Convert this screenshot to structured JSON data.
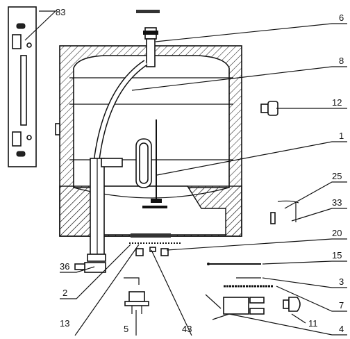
{
  "diagram": {
    "labels": {
      "l83": "83",
      "l6": "6",
      "l8": "8",
      "l12": "12",
      "l1": "1",
      "l25": "25",
      "l33": "33",
      "l20": "20",
      "l15": "15",
      "l3": "3",
      "l7": "7",
      "l36": "36",
      "l2": "2",
      "l11": "11",
      "l13": "13",
      "l5": "5",
      "l43": "43",
      "l4": "4"
    }
  }
}
